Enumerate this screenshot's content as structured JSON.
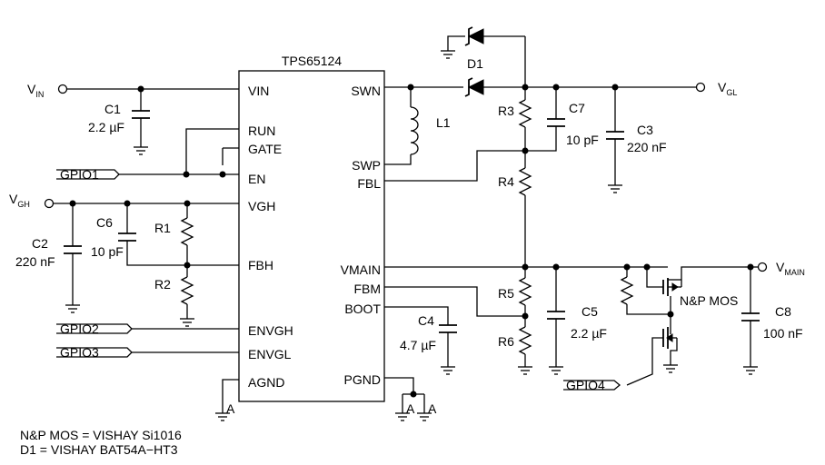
{
  "ic": {
    "name": "TPS65124",
    "pins_left": [
      "VIN",
      "RUN",
      "GATE",
      "EN",
      "VGH",
      "FBH",
      "ENVGH",
      "ENVGL",
      "AGND"
    ],
    "pins_right": [
      "SWN",
      "SWP",
      "FBL",
      "VMAIN",
      "FBM",
      "BOOT",
      "PGND"
    ]
  },
  "rails": {
    "vin": {
      "main": "V",
      "sub": "IN"
    },
    "vgh": {
      "main": "V",
      "sub": "GH"
    },
    "vgl": {
      "main": "V",
      "sub": "GL"
    },
    "vmain": {
      "main": "V",
      "sub": "MAIN"
    }
  },
  "gpio": [
    "GPIO1",
    "GPIO2",
    "GPIO3",
    "GPIO4"
  ],
  "components": {
    "c1": {
      "ref": "C1",
      "value": "2.2 µF"
    },
    "c2": {
      "ref": "C2",
      "value": "220 nF"
    },
    "c3": {
      "ref": "C3",
      "value": "220 nF"
    },
    "c4": {
      "ref": "C4",
      "value": "4.7 µF"
    },
    "c5": {
      "ref": "C5",
      "value": "2.2 µF"
    },
    "c6": {
      "ref": "C6",
      "value": "10 pF"
    },
    "c7": {
      "ref": "C7",
      "value": "10 pF"
    },
    "c8": {
      "ref": "C8",
      "value": "100 nF"
    },
    "r1": "R1",
    "r2": "R2",
    "r3": "R3",
    "r4": "R4",
    "r5": "R5",
    "r6": "R6",
    "l1": "L1",
    "d1": "D1",
    "mos": "N&P MOS"
  },
  "ground_label": "A",
  "notes": [
    "N&P MOS = VISHAY Si1016",
    "D1 = VISHAY BAT54A−HT3"
  ]
}
